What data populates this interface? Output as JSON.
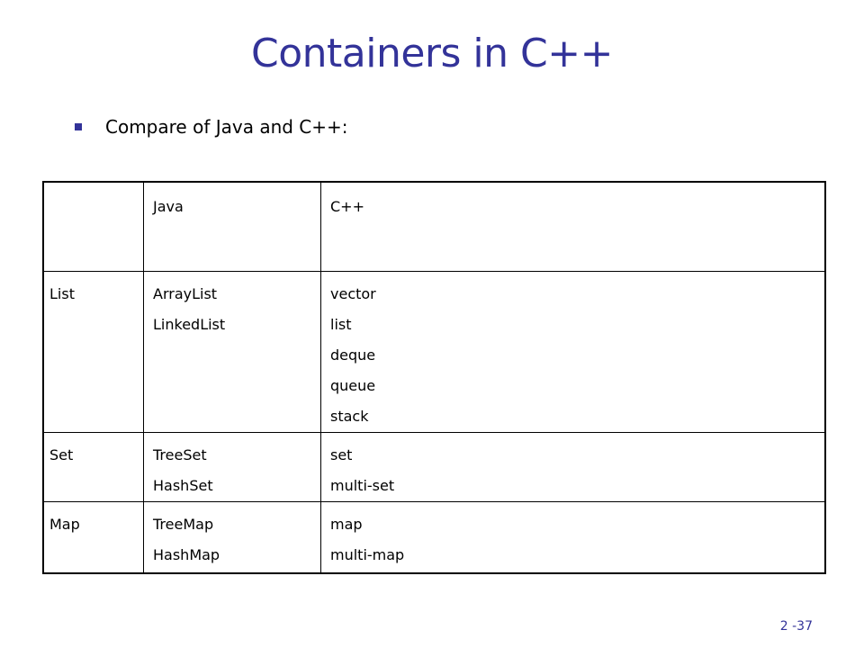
{
  "title": "Containers in C++",
  "bullet": "Compare of Java and C++:",
  "table": {
    "header": [
      "",
      "Java",
      "C++"
    ],
    "rows": [
      {
        "label": "List",
        "java": [
          "ArrayList",
          "LinkedList"
        ],
        "cpp": [
          "vector",
          "list",
          "deque",
          "queue",
          "stack"
        ]
      },
      {
        "label": "Set",
        "java": [
          "TreeSet",
          "HashSet"
        ],
        "cpp": [
          "set",
          "multi-set"
        ]
      },
      {
        "label": "Map",
        "java": [
          "TreeMap",
          "HashMap"
        ],
        "cpp": [
          "map",
          "multi-map"
        ]
      }
    ]
  },
  "page_number": "2 -37",
  "colors": {
    "title": "#333399",
    "bullet": "#333399",
    "text": "#000000",
    "border": "#000000"
  }
}
